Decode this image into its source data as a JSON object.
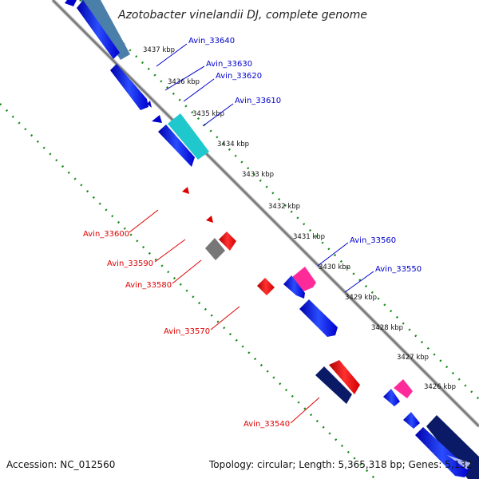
{
  "title": "Azotobacter vinelandii DJ, complete genome",
  "footer": {
    "accession": "Accession: NC_012560",
    "summary": "Topology: circular; Length: 5,365,318 bp; Genes: 5,132"
  },
  "colors": {
    "forward_label": "#0000cc",
    "reverse_label": "#dd0000",
    "tick_dots": "#1a8a1a",
    "backbone": "#888888"
  },
  "ticks": [
    "3437 kbp",
    "3436 kbp",
    "3435 kbp",
    "3434 kbp",
    "3433 kbp",
    "3432 kbp",
    "3431 kbp",
    "3430 kbp",
    "3429 kbp",
    "3428 kbp",
    "3427 kbp",
    "3426 kbp"
  ],
  "forward_labels": [
    "Avin_33640",
    "Avin_33630",
    "Avin_33620",
    "Avin_33610",
    "Avin_33560",
    "Avin_33550"
  ],
  "reverse_labels": [
    "Avin_33600",
    "Avin_33590",
    "Avin_33580",
    "Avin_33570",
    "Avin_33540"
  ]
}
